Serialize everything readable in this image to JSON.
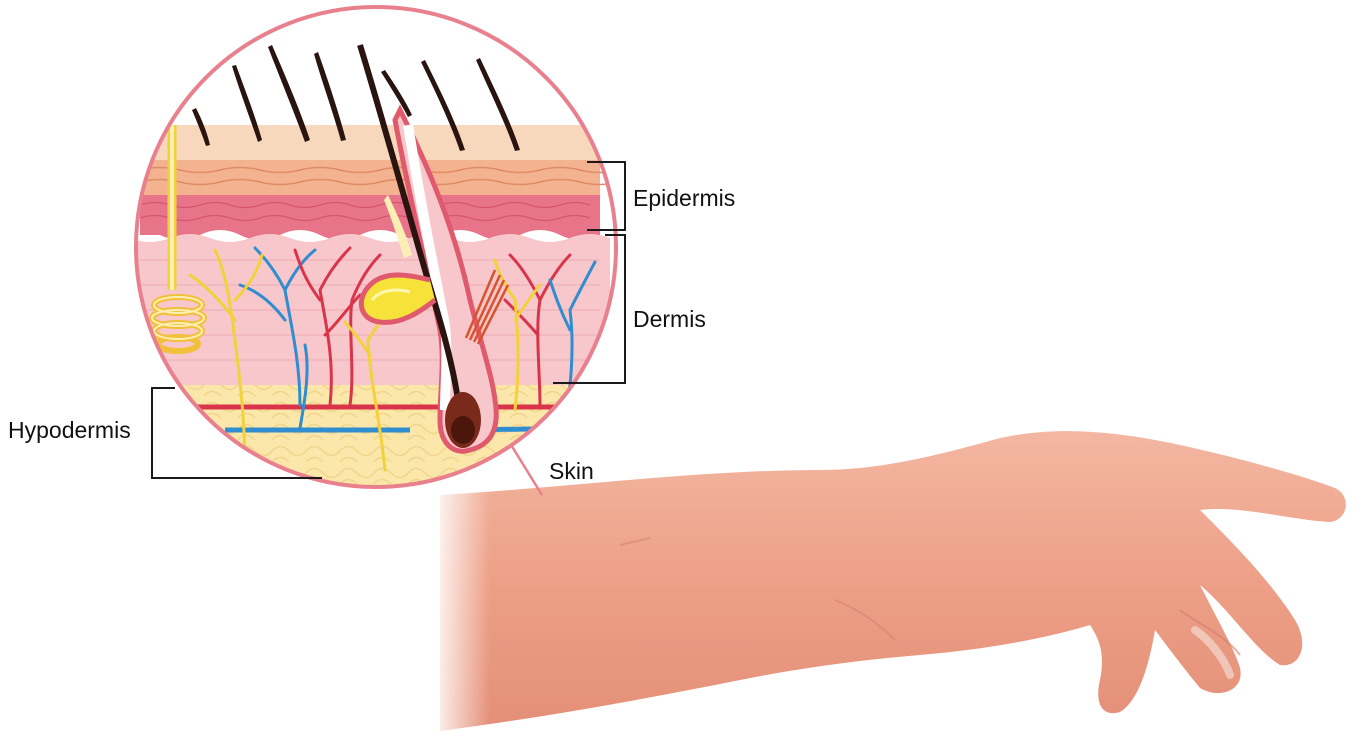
{
  "labels": {
    "epidermis": "Epidermis",
    "dermis": "Dermis",
    "hypodermis": "Hypodermis",
    "skin": "Skin"
  },
  "icons": [
    "skin-cross-section-icon",
    "hair-icon",
    "sweat-gland-icon",
    "sebaceous-gland-icon",
    "blood-vessel-icon",
    "nerve-icon",
    "arm-hand-icon"
  ],
  "colors": {
    "magnifier_ring": "#e9808e",
    "epidermis_top": "#f8d8bd",
    "epidermis_band": "#f3b290",
    "dermis_band": "#e8748a",
    "dermis": "#f7c7cb",
    "hypodermis_fat": "#fbe7a9",
    "artery": "#d9344a",
    "vein": "#2f8dd0",
    "nerve": "#f2d23a",
    "hair": "#2a1410",
    "skin_tone": "#f0a58e",
    "bracket": "#1a1a1a"
  }
}
